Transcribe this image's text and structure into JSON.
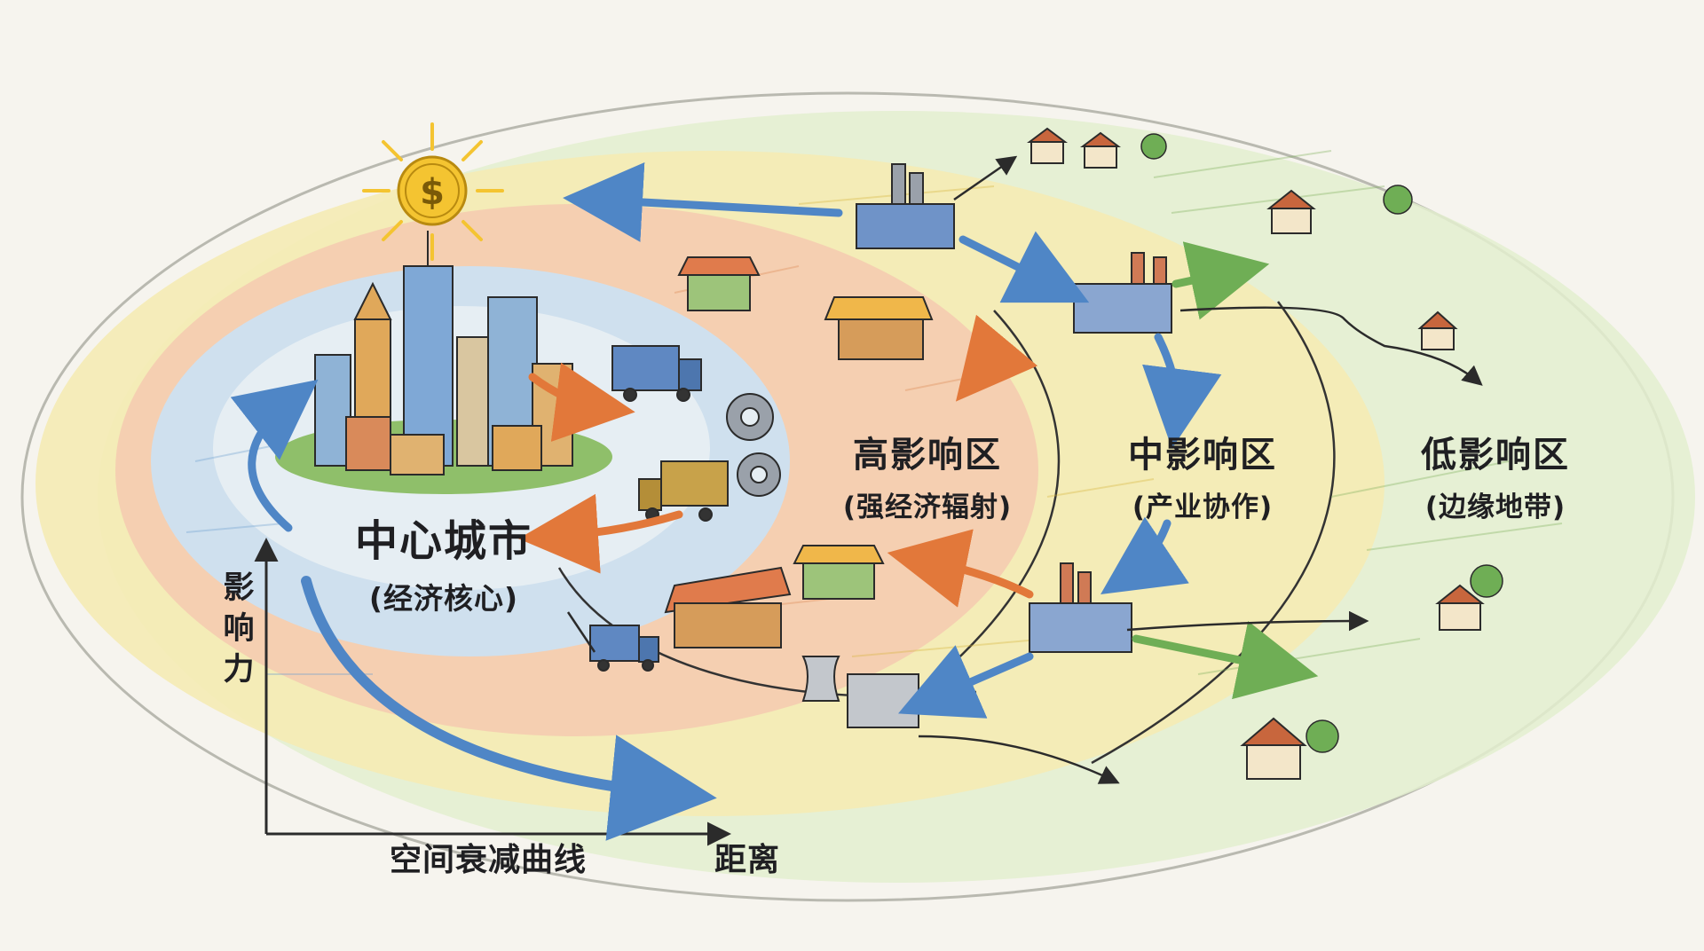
{
  "zones": {
    "center": {
      "title": "中心城市",
      "subtitle": "(经济核心)"
    },
    "high": {
      "title": "高影响区",
      "subtitle": "(强经济辐射)"
    },
    "medium": {
      "title": "中影响区",
      "subtitle": "(产业协作)"
    },
    "low": {
      "title": "低影响区",
      "subtitle": "(边缘地带)"
    }
  },
  "axis": {
    "y_label": "影响力",
    "x_label": "空间衰减曲线",
    "distance_label": "距离"
  },
  "icons": {
    "coin_symbol": "$"
  },
  "colors": {
    "center_ring": "#c9dbeb",
    "high_ring": "#f3c6a6",
    "medium_ring": "#f3e6a0",
    "low_ring": "#d9ecc1",
    "blue_arrow": "#4f86c6",
    "orange_arrow": "#e2783a",
    "green_arrow": "#6fae55",
    "sun": "#f4c431"
  }
}
